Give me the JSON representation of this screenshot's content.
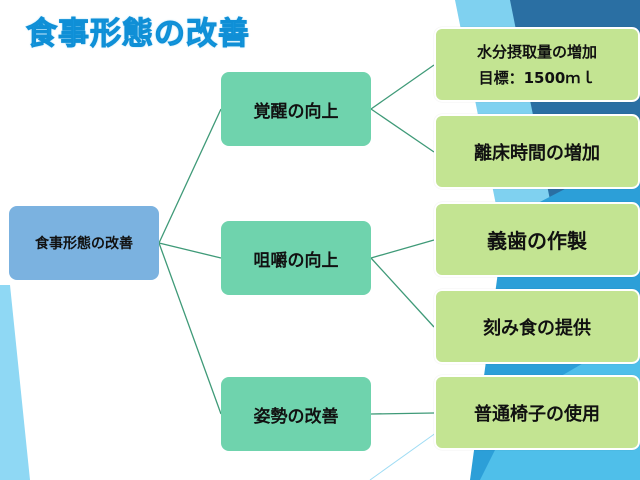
{
  "slide": {
    "title": "食事形態の改善",
    "colors": {
      "title": "#1aa0e8",
      "root_node": "#7bb2e0",
      "mid_node": "#6fd3ad",
      "leaf_node": "#c3e492",
      "connector": "#3f9a78",
      "bg_dark_blue": "#2a6fa3",
      "bg_light_blue": "#7fd1f0"
    }
  },
  "diagram": {
    "root": {
      "label": "食事形態の改善"
    },
    "branches": [
      {
        "label": "覚醒の向上",
        "children": [
          {
            "lines": [
              "水分摂取量の増加",
              "目標：1500ｍｌ"
            ]
          },
          {
            "lines": [
              "離床時間の増加"
            ]
          }
        ]
      },
      {
        "label": "咀嚼の向上",
        "children": [
          {
            "lines": [
              "義歯の作製"
            ]
          },
          {
            "lines": [
              "刻み食の提供"
            ]
          }
        ]
      },
      {
        "label": "姿勢の改善",
        "children": [
          {
            "lines": [
              "普通椅子の使用"
            ]
          }
        ]
      }
    ]
  }
}
